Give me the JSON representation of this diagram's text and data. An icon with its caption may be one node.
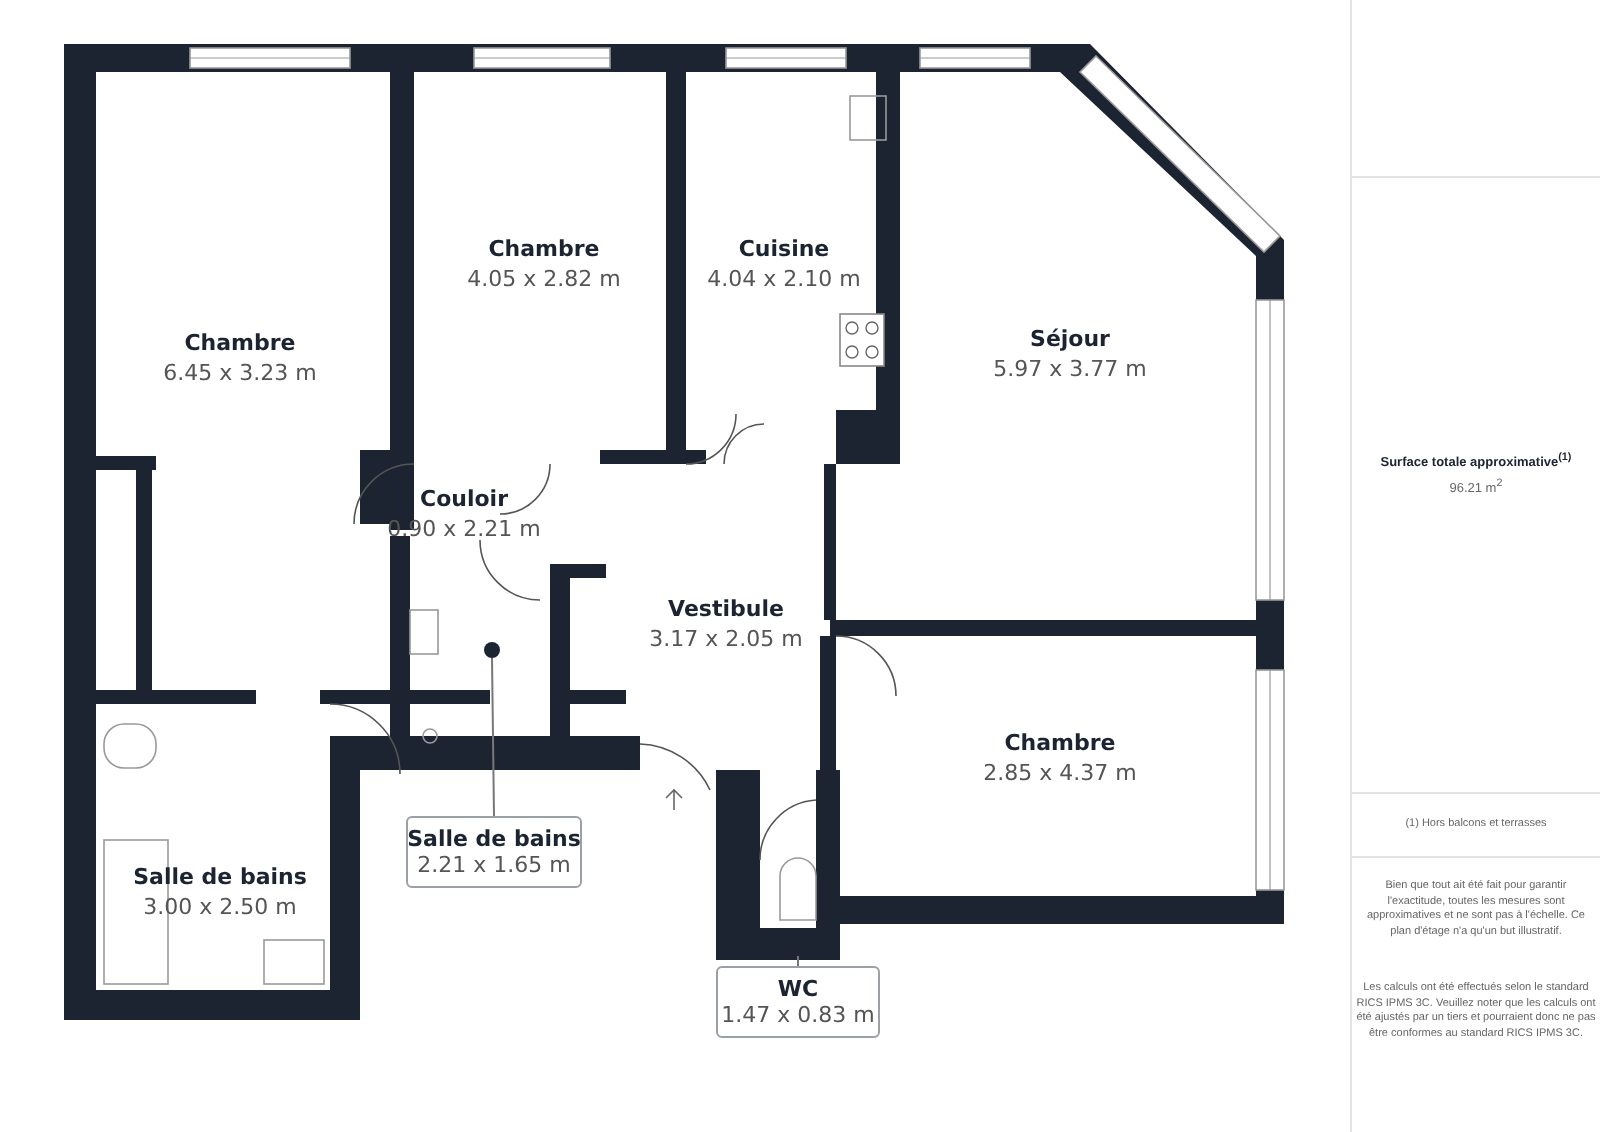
{
  "diagram": {
    "nodes": [
      {
        "text": [
          "Salle de bains",
          "2.21 x 1.65 m"
        ]
      },
      {
        "text": [],
        "shape": "circle"
      },
      {
        "text": [
          "WC",
          "1.47 x 0.83 m"
        ]
      }
    ],
    "edges": [
      {
        "from": 0,
        "to": 1,
        "arrow": "none"
      },
      {
        "from": 2,
        "to": null,
        "arrow": "none"
      }
    ],
    "labels": [
      "Chambre",
      "6.45 x 3.23 m",
      "Chambre",
      "4.05 x 2.82 m",
      "Cuisine",
      "4.04 x 2.10 m",
      "Séjour",
      "5.97 x 3.77 m",
      "Couloir",
      "0.90 x 2.21 m",
      "Vestibule",
      "3.17 x 2.05 m",
      "Chambre",
      "2.85 x 4.37 m",
      "Salle de bains",
      "3.00 x 2.50 m",
      "Surface totale approximative$^{(1)}$",
      "96.21 m$^{2}$",
      "(1) Hors balcons et terrasses",
      "Bien que tout ait été fait pour garantir l'exactitude, toutes les mesures sont approximatives et ne sont pas à l'échelle. Ce plan d'étage n'a qu'un but illustratif.",
      "Les calculs ont été effectués selon le standard RICS IPMS 3C. Veuillez noter que les calculs ont été ajustés par un tiers et pourraient donc ne pas être conformes au standard RICS IPMS 3C."
    ]
  }
}
